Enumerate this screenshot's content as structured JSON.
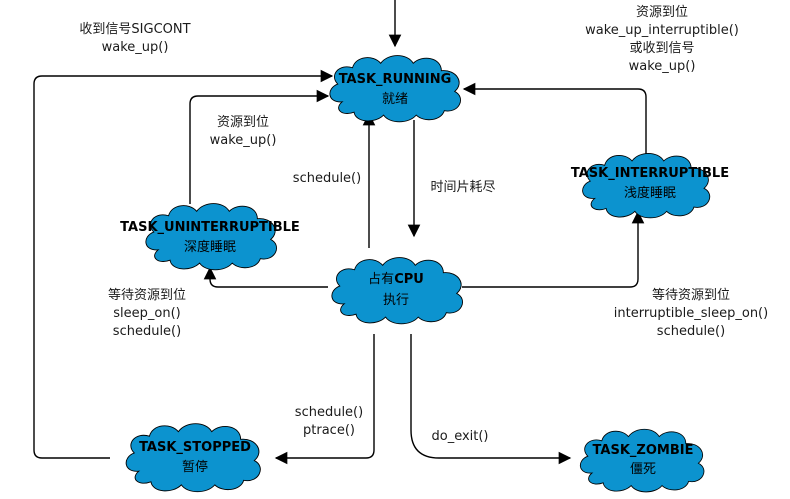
{
  "states": {
    "running": {
      "name": "TASK_RUNNING",
      "sub": "就绪"
    },
    "interruptible": {
      "name": "TASK_INTERRUPTIBLE",
      "sub": "浅度睡眠"
    },
    "uninterruptible": {
      "name": "TASK_UNINTERRUPTIBLE",
      "sub": "深度睡眠"
    },
    "cpu": {
      "name_prefix": "占有",
      "name": "CPU",
      "sub": "执行"
    },
    "stopped": {
      "name": "TASK_STOPPED",
      "sub": "暂停"
    },
    "zombie": {
      "name": "TASK_ZOMBIE",
      "sub": "僵死"
    }
  },
  "labels": {
    "sigcont": [
      "收到信号SIGCONT",
      "wake_up()"
    ],
    "wakeup_interruptible": [
      "资源到位",
      "wake_up_interruptible()",
      "或收到信号",
      "wake_up()"
    ],
    "wakeup_uninterruptible": [
      "资源到位",
      "wake_up()"
    ],
    "schedule": [
      "schedule()"
    ],
    "timeslice": [
      "时间片耗尽"
    ],
    "sleep_on": [
      "等待资源到位",
      "sleep_on()",
      "schedule()"
    ],
    "interruptible_sleep_on": [
      "等待资源到位",
      "interruptible_sleep_on()",
      "schedule()"
    ],
    "ptrace": [
      "schedule()",
      "ptrace()"
    ],
    "do_exit": [
      "do_exit()"
    ]
  }
}
